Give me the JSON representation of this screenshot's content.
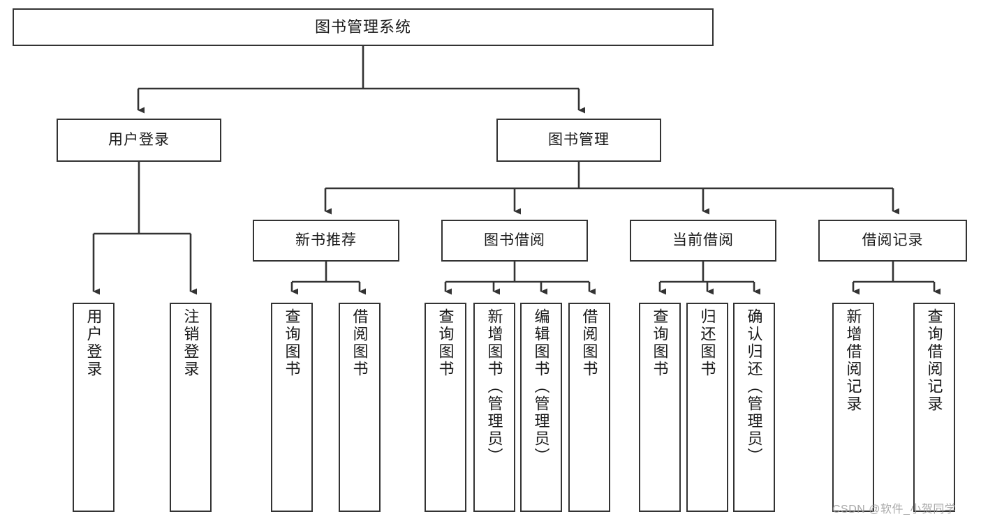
{
  "diagram": {
    "title": "图书管理系统",
    "type": "tree",
    "nodes": {
      "root": {
        "label": "图书管理系统"
      },
      "level2": [
        {
          "id": "user-login",
          "label": "用户登录"
        },
        {
          "id": "book-management",
          "label": "图书管理"
        }
      ],
      "level3": [
        {
          "id": "new-book-recommend",
          "label": "新书推荐"
        },
        {
          "id": "book-borrow",
          "label": "图书借阅"
        },
        {
          "id": "current-borrow",
          "label": "当前借阅"
        },
        {
          "id": "borrow-record",
          "label": "借阅记录"
        }
      ],
      "leaves": {
        "user_login": [
          {
            "id": "leaf-user-login",
            "label": "用户登录"
          },
          {
            "id": "leaf-logout-login",
            "label": "注销登录"
          }
        ],
        "new_book_recommend": [
          {
            "id": "leaf-query-book-1",
            "label": "查询图书"
          },
          {
            "id": "leaf-borrow-book-1",
            "label": "借阅图书"
          }
        ],
        "book_borrow": [
          {
            "id": "leaf-query-book-2",
            "label": "查询图书"
          },
          {
            "id": "leaf-add-book",
            "label": "新增图书（管理员）"
          },
          {
            "id": "leaf-edit-book",
            "label": "编辑图书（管理员）"
          },
          {
            "id": "leaf-borrow-book-2",
            "label": "借阅图书"
          }
        ],
        "current_borrow": [
          {
            "id": "leaf-query-book-3",
            "label": "查询图书"
          },
          {
            "id": "leaf-return-book",
            "label": "归还图书"
          },
          {
            "id": "leaf-confirm-return",
            "label": "确认归还（管理员）"
          }
        ],
        "borrow_record": [
          {
            "id": "leaf-add-borrow-record",
            "label": "新增借阅记录"
          },
          {
            "id": "leaf-query-borrow-record",
            "label": "查询借阅记录"
          }
        ]
      }
    },
    "colors": {
      "node_border": "#333333",
      "node_fill": "#ffffff",
      "edge": "#333333",
      "text": "#1a1a1a",
      "background": "#ffffff",
      "watermark": "#9a9a9a"
    }
  },
  "watermark": {
    "text": "CSDN @软件_小贺同学"
  }
}
